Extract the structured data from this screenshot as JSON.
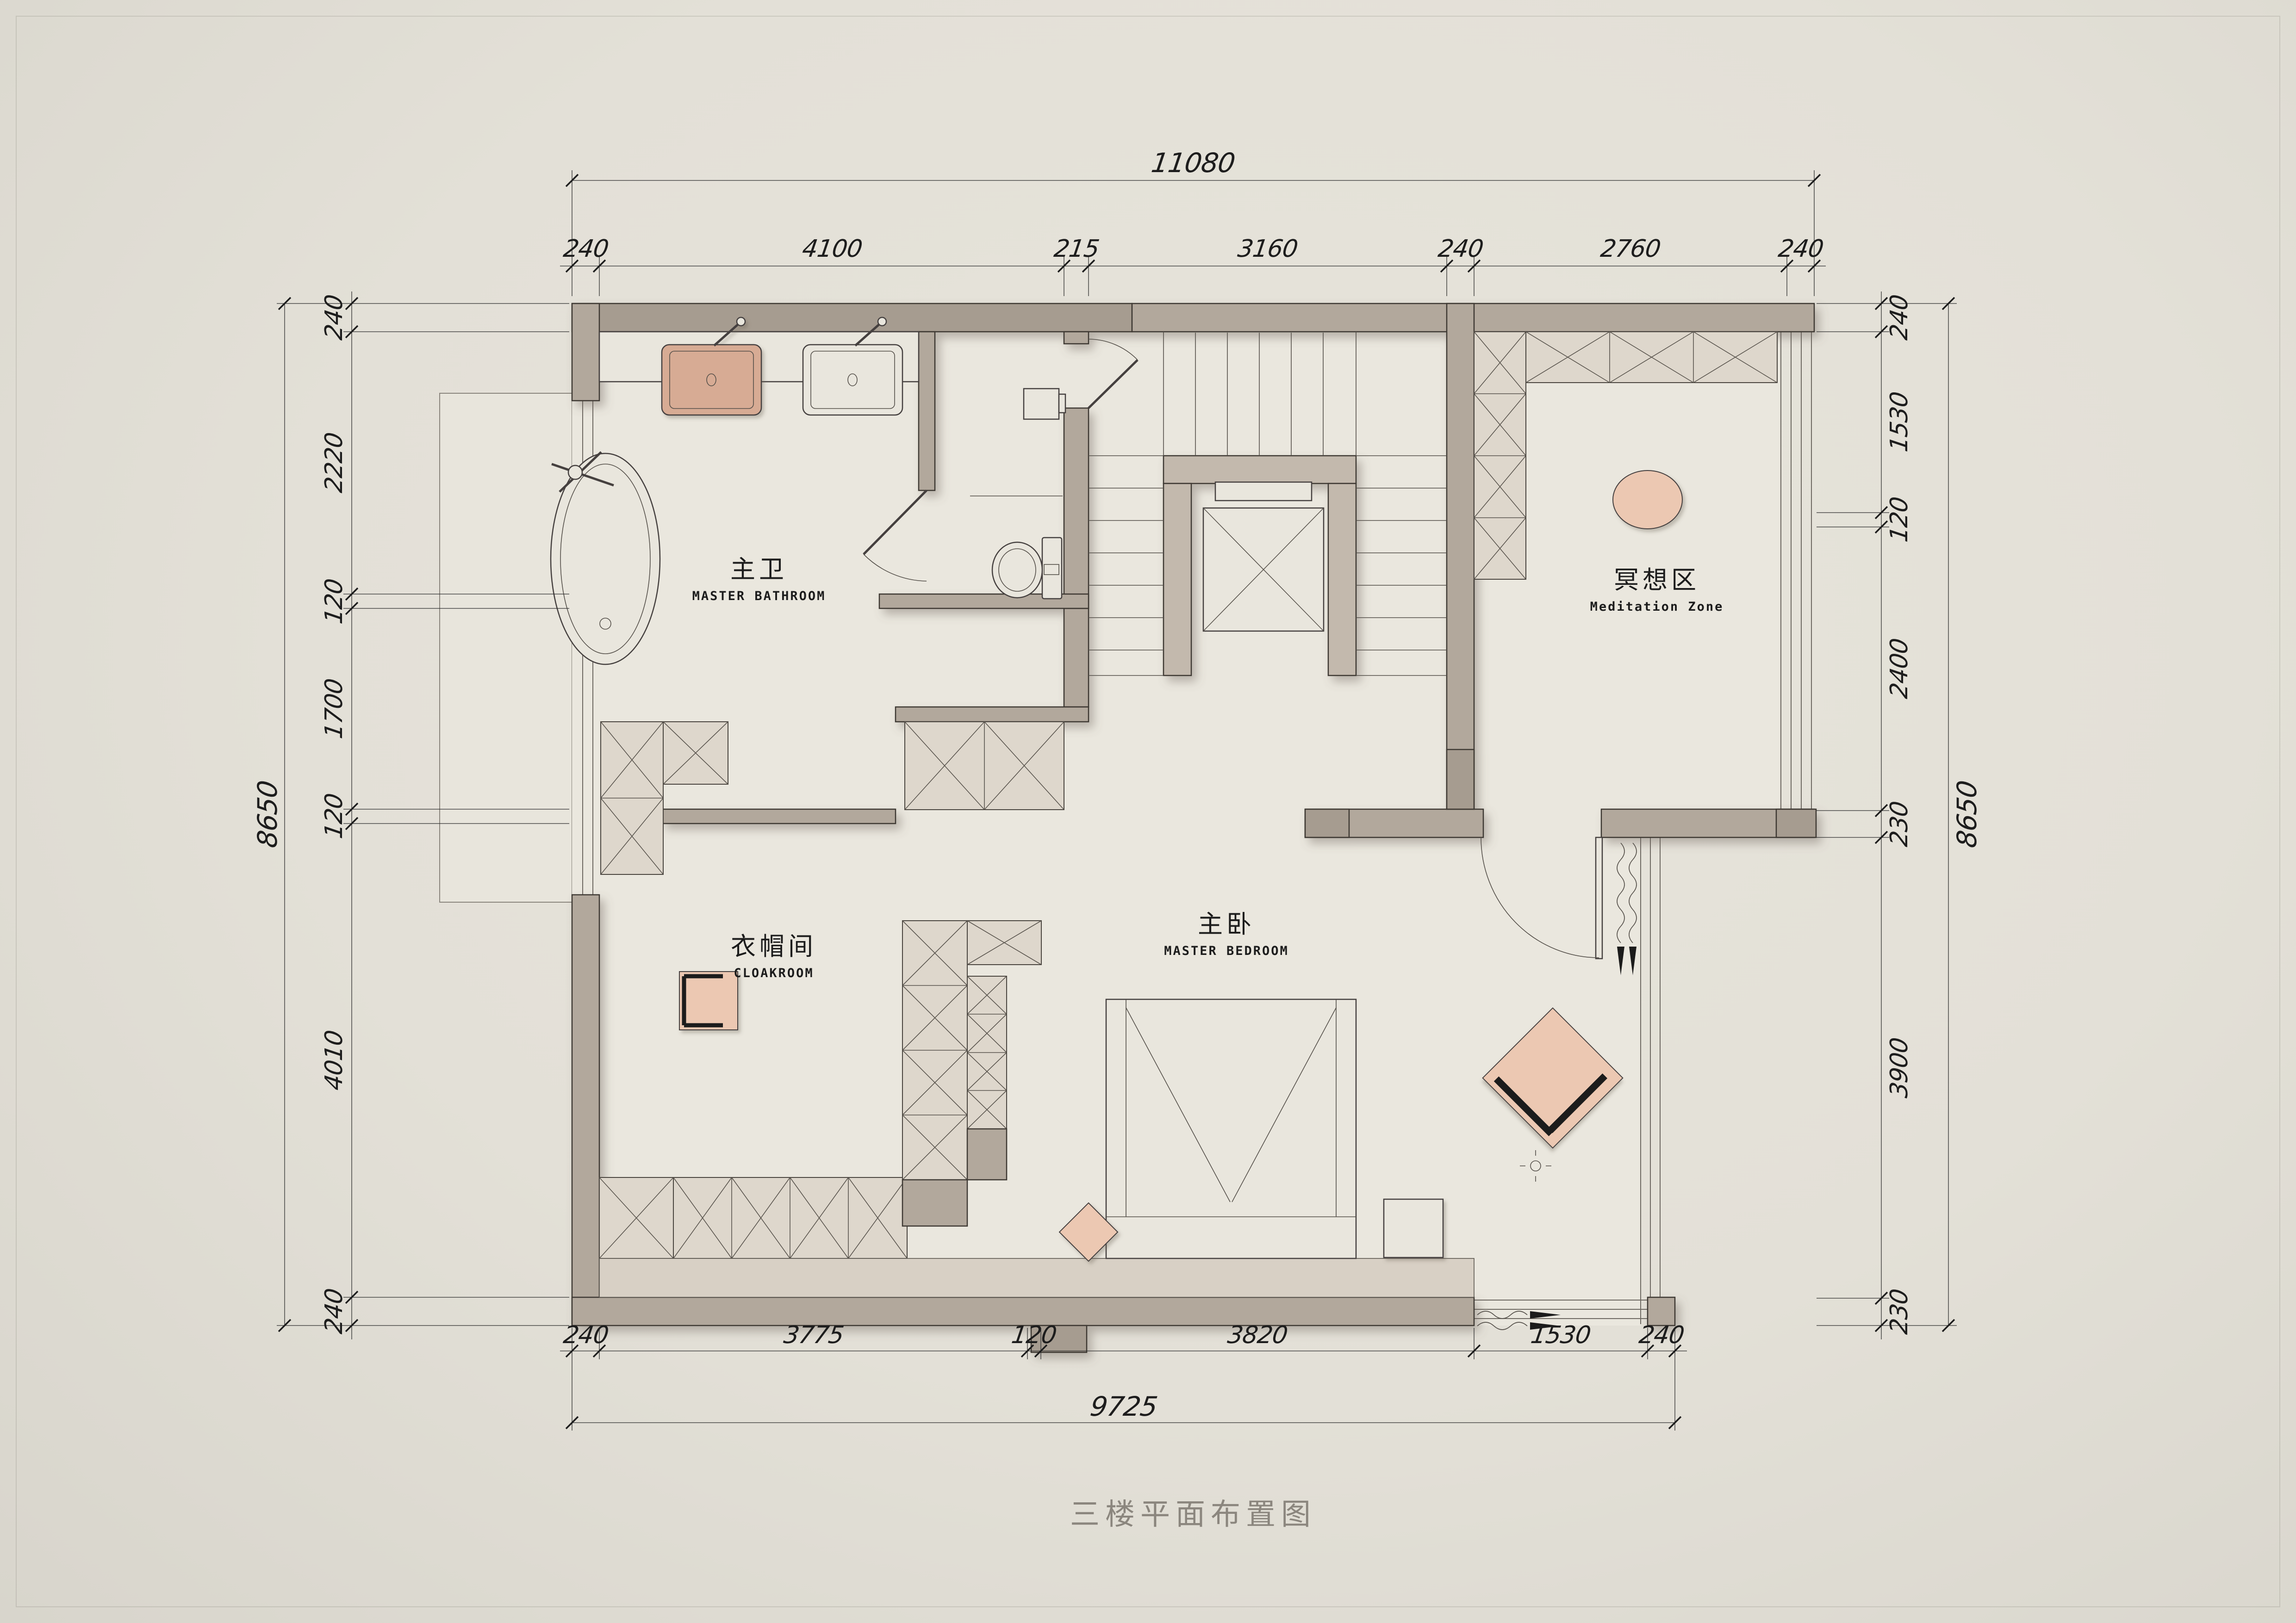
{
  "title": {
    "text": "三楼平面布置图"
  },
  "rooms": [
    {
      "name_zh": "主卫",
      "name_en": "MASTER BATHROOM"
    },
    {
      "name_zh": "冥想区",
      "name_en": "Meditation Zone"
    },
    {
      "name_zh": "衣帽间",
      "name_en": "CLOAKROOM"
    },
    {
      "name_zh": "主卧",
      "name_en": "MASTER BEDROOM"
    }
  ],
  "dimensions": {
    "top_total": "11080",
    "top_segments": [
      "240",
      "4100",
      "215",
      "3160",
      "240",
      "2760",
      "240"
    ],
    "left_total": "8650",
    "left_segments": [
      "240",
      "2220",
      "120",
      "1700",
      "120",
      "4010",
      "240"
    ],
    "right_total": "8650",
    "right_segments": [
      "240",
      "1530",
      "120",
      "2400",
      "230",
      "3900",
      "230"
    ],
    "bottom_total": "9725",
    "bottom_segments": [
      "240",
      "3775",
      "120",
      "3820",
      "1530",
      "240"
    ]
  },
  "colors": {
    "background": "#e3e0d7",
    "floor": "#eae7de",
    "wall": "#b2a89c",
    "wall_dark": "#a69c90",
    "wall_light": "#c3b9ad",
    "accent_peach": "#ecc8b2",
    "sink_peach": "#d7ab94",
    "line": "#3e3933",
    "dim_text": "#1d1d1d",
    "title_text": "#8b867e"
  }
}
